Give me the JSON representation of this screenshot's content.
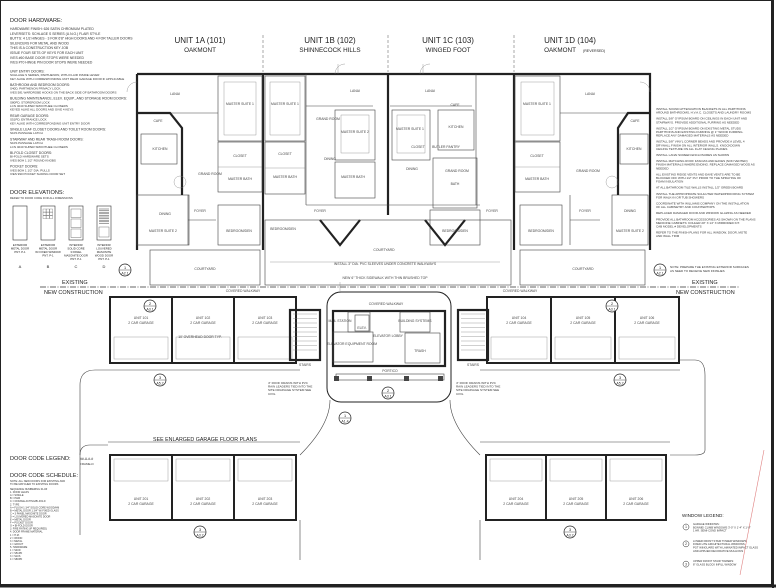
{
  "units": [
    {
      "title": "UNIT 1A (101)",
      "name": "OAKMONT",
      "suffix": ""
    },
    {
      "title": "UNIT 1B (102)",
      "name": "SHINNECOCK HILLS",
      "suffix": ""
    },
    {
      "title": "UNIT 1C (103)",
      "name": "WINGED FOOT",
      "suffix": ""
    },
    {
      "title": "UNIT 1D (104)",
      "name": "OAKMONT",
      "suffix": "(REVERSED)"
    }
  ],
  "door_hardware": {
    "heading": "DOOR HARDWARE:",
    "lines": [
      "HARDWARE FINISH: 626 SATIN CHROMIUM PLATED",
      "LEVERSETS: SCHLAGE S SERIES (U.N.O.) FLAIR STYLE",
      "BUTTS: 4 1/2 HINGES - 3 FOR 6'8\" HIGH DOORS AND 4 FOR TALLER DOORS",
      "SILENCERS FOR METAL AND WOOD",
      "THIS IS A CONSTRUCTION KEY JOB",
      "ISSUE FOUR SETS OF KEYS FOR EACH UNIT",
      "IVES #60 BASE DOOR STOPS WERE NEEDED",
      "IVES #70 HINGE PIN DOOR STOPS WERE NEEDED"
    ],
    "groups": [
      [
        "UNIT ENTRY DOORS:",
        "SCHLAGE S SERIES, PARTHENON, WITH FLAIR INSIDE LEVER",
        "KEY ALIKE WITH CORRESPONDING UNIT REAR GARAGE DOOR IF APPLICABLE"
      ],
      [
        "BATHROOM AND BEDROOM DOORS:",
        "S40D, PARTHENON PRIVACY LOCK",
        "IVES 581 WARDROBE HOOKS ON THE BACK SIDE OF BATHROOM DOORS"
      ],
      [
        "BUILDING MAINTENANCE, ELEV. EQUIP., AND STORAGE ROOM DOORS:",
        "S80PD, STOREROOM LOCK",
        "LCN 4040 SUPER SMOOTHEE CLOSERS",
        "KEYED ALIKE ALL DOORS AND GIVE 4 KEYS"
      ],
      [
        "REAR GARAGE DOORS:",
        "S51PD, ENTRANCE LOCK",
        "KEY ALIKE WITH CORRESPONDING UNIT ENTRY DOOR"
      ],
      [
        "SINGLE LEAF CLOSET DOORS AND TOILET ROOM DOORS:",
        "S10S PASSAGE LATCH"
      ],
      [
        "STAIRWAY AND REAR TRASH ROOM DOORS:",
        "S10S PASSAGE LATCH",
        "LCN 4040 SUPER SMOOTHEE CLOSERS"
      ],
      [
        "BI-FOLD CLOSET DOORS:",
        "BI-FOLD HARDWARE SETS",
        "IVES BOH 1 1/2\" ROUND KNOBS"
      ],
      [
        "POCKET DOORS:",
        "IVES BOH 1 1/2\" DIA. PULLS",
        "IVES 990 POCKET SLIDING DOOR SET"
      ]
    ]
  },
  "door_elevations": {
    "heading": "DOOR ELEVATIONS:",
    "subheading": "REFER TO DOOR CODE FOR ALL DIMENSIONS",
    "doors": [
      {
        "letter": "A",
        "lines": [
          "EXTERIOR",
          "METAL DOOR",
          "PNT. P-1"
        ]
      },
      {
        "letter": "B",
        "lines": [
          "EXTERIOR",
          "METAL DOOR",
          "W/ FIXED WINDOW",
          "PNT. P-1"
        ]
      },
      {
        "letter": "C",
        "lines": [
          "INTERIOR",
          "SOLID CORE",
          "3 PANEL",
          "MASONITE DOOR",
          "PNT. P-1"
        ]
      },
      {
        "letter": "D",
        "lines": [
          "INTERIOR",
          "LOUVERED",
          "MASONITE",
          "WOOD DOOR",
          "PNT. P-1"
        ]
      }
    ]
  },
  "construction_line": {
    "existing": "EXISTING",
    "new": "NEW CONSTRUCTION"
  },
  "right_notes": [
    "INSTALL SOUND ATTENUATION BLANKETS IN ALL PARTITIONS AROUND BATHROOMS, H.V.A.C. CLOSETS AND LAUNDRY ROOMS",
    "INSTALL 5/8\" GYPSUM BOARD ON CEILINGS IN EACH UNIT AND STAIRWAYS. PROVIDE ADDITIONAL FURRING AS NEEDED",
    "INSTALL 1/2\" GYPSUM BOARD ON EXISTING METAL STUDS PARTITIONS AND EXISTING FURRING @ 1\" WOOD FURRING. REPLACE ANY DAMAGED MATERIALS AS NEEDED",
    "INSTALL 5/8\" VINYL CORNER BEADS AND PROVIDE A LEVEL 4 DRYWALL FINISH ON ALL INTERIOR WALLS. KNOCKDOWN CEILING TEXTURE ON ALL FLAT CEILING PLANES",
    "INSTALL LANAI SCREEN ENCLOSURES AS SHOWN",
    "INSTALL MATCHING ROOF FASCIAS AND EAVES (NON VENTED) FINISH MATERIALS WHERE ENDING. REPLACE DAMAGED WOOD AS NEEDED",
    "ALL EXISTING RIDGE VENTS AND EAVE VENTS ARE TO BE BLOCKED OFF WITH 1/2\" PLY PRIOR TO THE SPRAYING OF FOAM INSULATION",
    "AT ALL BATHROOM TILE WALLS INSTALL 1/2\" GREEN BOARD",
    "INSTALL THE APPROPRIATE SCHLUTER WATERPROOFING SYSTEM FOR WALK-IN OR TUB SHOWERS",
    "COORDINATE WITH WILLIAMS COMPANY ON THE INSTALLATION OF ALL CABINETRY AND COUNTERTOPS",
    "REPLACED DAMAGED DOOR AND WINDOW GLAZING AS NEEDED",
    "PROVIDE ALL BATHROOM ACCESSORIES AS SHOWN ON THE PLANS MEDICINE CABINETS: KOHLER 20\" X 14\" X MIRRORED KIT. CAB MODEL # DEVELOPMENTS",
    "REFER TO THE FINISH PLANS FOR ALL WINDOW, DOOR, MOTE AND WALL TRIM"
  ],
  "exterior_note": "NOTE: PREPARE THE EXISTING EXTERIOR SURFACES AS NEED TO RECEIVE NEW FINISHES",
  "rooms": {
    "lanai": "LANAI",
    "cafe": "CAFE",
    "kitchen": "KITCHEN",
    "grand_room": "GRAND ROOM",
    "dining": "DINING",
    "master_suite_1": "MASTER SUITE 1",
    "master_suite_2": "MASTER SUITE 2",
    "master_bath": "MASTER BATH",
    "closet": "CLOSET",
    "bath": "BATH",
    "bedroom_den": "BEDROOM/DEN",
    "foyer": "FOYER",
    "butler": "BUTLER PANTRY",
    "courtyard": "COURTYARD",
    "covered_walkway": "COVERED WALKWAY",
    "mail_station": "MAIL STATION",
    "elevator_equipment": "ELEVATOR EQUIPMENT ROOM",
    "elevator_lobby": "ELEVATOR LOBBY",
    "building_systems": "BUILDING SYSTEMS",
    "trash": "TRASH",
    "stairs": "STAIRS",
    "portico": "PORTICO",
    "elev": "ELEV."
  },
  "annotations": {
    "sleeves": "INSTALL 3\" DIA. PVC SLEEVES UNDER CONCRETE WALKWAYS",
    "sidewalk": "NEW 6\" THICK SIDEWALK WITH THIN BRUSHED TOP",
    "drain_left": "4\" ROOF DRAINS WITH PVC RAIN LEADERS TIED INTO THE SITE DRAINAGE SYSTEM SEE CIVIL",
    "drain_right": "4\" ROOF DRAINS WITH PVC RAIN LEADERS TIED INTO THE SITE DRAINAGE SYSTEM SEE CIVIL",
    "enlarged": "SEE ENLARGED GARAGE FLOOR PLANS",
    "garage_dim": "10' OVERHEAD DOOR TYP."
  },
  "garages_top_left": [
    {
      "unit": "UNIT 101",
      "type": "2 CAR GARAGE"
    },
    {
      "unit": "UNIT 102",
      "type": "2 CAR GARAGE"
    },
    {
      "unit": "UNIT 103",
      "type": "2 CAR GARAGE"
    }
  ],
  "garages_top_right": [
    {
      "unit": "UNIT 104",
      "type": "2 CAR GARAGE"
    },
    {
      "unit": "UNIT 105",
      "type": "2 CAR GARAGE"
    },
    {
      "unit": "UNIT 106",
      "type": "2 CAR GARAGE"
    }
  ],
  "garages_bottom_left": [
    {
      "unit": "UNIT 201",
      "type": "2 CAR GARAGE"
    },
    {
      "unit": "UNIT 202",
      "type": "2 CAR GARAGE"
    },
    {
      "unit": "UNIT 203",
      "type": "2 CAR GARAGE"
    }
  ],
  "garages_bottom_right": [
    {
      "unit": "UNIT 204",
      "type": "2 CAR GARAGE"
    },
    {
      "unit": "UNIT 205",
      "type": "2 CAR GARAGE"
    },
    {
      "unit": "UNIT 206",
      "type": "2 CAR GARAGE"
    }
  ],
  "section_markers": {
    "a21": "A2.1",
    "a31": "A3.1",
    "a32": "A3.2",
    "a52": "A5.2",
    "a14": "A1.4",
    "num1": "1",
    "num2": "2",
    "num3": "3"
  },
  "door_code_legend": {
    "heading": "DOOR CODE LEGEND:",
    "code": "##-A-#-#",
    "code_sub": "FRAME-D"
  },
  "door_code_schedule": {
    "heading": "DOOR CODE SCHEDULE:",
    "intro": [
      "NOTE: ALL NEW DOORS FOR EXISTING AND",
      "TO BE MATCHED TO EXISTING DOORS"
    ],
    "lines": [
      "SEQUENCE NUMBERING 01-##",
      "1. DOOR LEAFS",
      "   A = SINGLE",
      "   B = PAIR",
      "   C = DOUBLE ACTING/BI-FOLD",
      "2. TYPE",
      "   A = FLUSH 1 3/4\" SOLID CORE WOOD/HM",
      "   B = METAL DOOR 1 3/4\" W/ FIXED GLASS",
      "   C = 3 PANEL MASONITE DOOR",
      "   D = LOUVERED MASONITE DOOR",
      "   E = METAL DOOR",
      "   F = POCKET DOOR",
      "   G = BI-FOLD DOOR",
      "3. FIRE RATING (IF REQUIRED)",
      "4. DOOR FRAME MATERIAL",
      "   1 = H.M.",
      "   2 = WOOD",
      "   3 = METAL",
      "   4 = GROUT",
      "5. HARDWARE",
      "   1 = S40D",
      "   2 = S51PD",
      "   3 = S10S",
      "   4 = S80PD"
    ]
  },
  "window_legend": {
    "heading": "WINDOW LEGEND:",
    "items": [
      {
        "num": "1",
        "lines": [
          "GARAGE WINDOWS:",
          "BONNIE/ CLIMB WINDOWS 3'-0\" X 1'-4\" X 1'-0\"",
          "1 HR. SEMI-COND IMPACT"
        ]
      },
      {
        "num": "2",
        "lines": [
          "LOWER FRONT STAIR TOWER WINDOWS:",
          "FIXED LITE ARCHITECTURAL WINDOWS.",
          "PGT WINGUARD WITH LAMINATED IMPACT GLASS",
          "AND APPLIED DECORATIVE MULLIONS"
        ]
      },
      {
        "num": "3",
        "lines": [
          "UPPER FRONT STAIR TOWERS:",
          "8\" GLASS BLOCK INFILL WINDOW"
        ]
      }
    ]
  },
  "colors": {
    "line": "#222222",
    "paper": "#ffffff",
    "edge_mark": "#d04040"
  }
}
